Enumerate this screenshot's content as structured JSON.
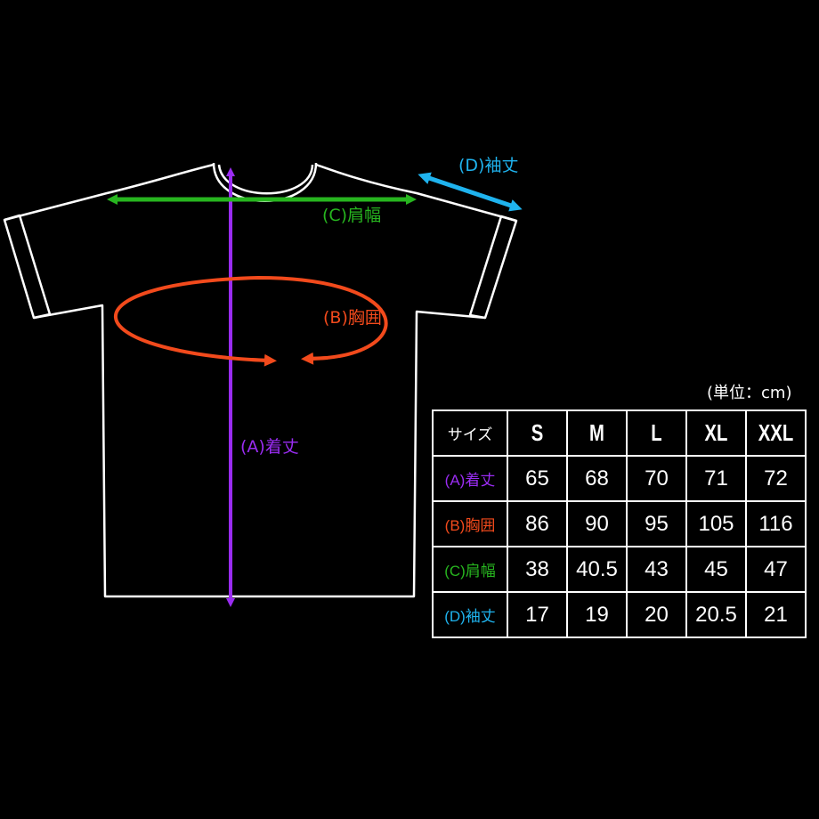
{
  "labels": {
    "A": "(A)着丈",
    "B": "(B)胸囲",
    "C": "(C)肩幅",
    "D": "(D)袖丈"
  },
  "colors": {
    "A": "#9a2cf2",
    "B": "#f24a1c",
    "C": "#27b51f",
    "D": "#1fb3ee",
    "outline": "#ffffff"
  },
  "unit_label": "(単位：cm)",
  "table": {
    "corner": "サイズ",
    "sizes": [
      "S",
      "M",
      "L",
      "XL",
      "XXL"
    ],
    "rows": [
      {
        "key": "A",
        "label": "(A)着丈",
        "values": [
          "65",
          "68",
          "70",
          "71",
          "72"
        ]
      },
      {
        "key": "B",
        "label": "(B)胸囲",
        "values": [
          "86",
          "90",
          "95",
          "105",
          "116"
        ]
      },
      {
        "key": "C",
        "label": "(C)肩幅",
        "values": [
          "38",
          "40.5",
          "43",
          "45",
          "47"
        ]
      },
      {
        "key": "D",
        "label": "(D)袖丈",
        "values": [
          "17",
          "19",
          "20",
          "20.5",
          "21"
        ]
      }
    ]
  }
}
